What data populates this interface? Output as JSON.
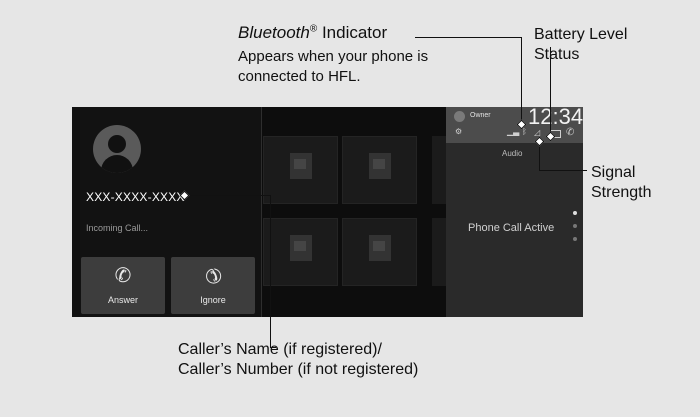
{
  "callouts": {
    "bluetooth_word": "Bluetooth",
    "bluetooth_reg": "®",
    "bluetooth_rest": " Indicator",
    "bluetooth_desc_line1": "Appears when your phone is",
    "bluetooth_desc_line2": "connected to HFL.",
    "battery_line1": "Battery Level",
    "battery_line2": "Status",
    "signal_line1": "Signal",
    "signal_line2": "Strength",
    "caller_line1": "Caller’s Name (if registered)/",
    "caller_line2": "Caller’s Number (if not registered)"
  },
  "call_panel": {
    "number": "XXX-XXXX-XXXX",
    "status": "Incoming Call...",
    "answer_label": "Answer",
    "ignore_label": "Ignore",
    "answer_icon": "phone-answer-icon",
    "ignore_icon": "phone-hangup-icon"
  },
  "status_area": {
    "user": "Owner",
    "clock": "12:34",
    "audio_label": "Audio",
    "phone_status": "Phone Call Active",
    "icons": [
      "bluetooth-icon",
      "signal-icon",
      "battery-icon",
      "phone-icon"
    ]
  }
}
